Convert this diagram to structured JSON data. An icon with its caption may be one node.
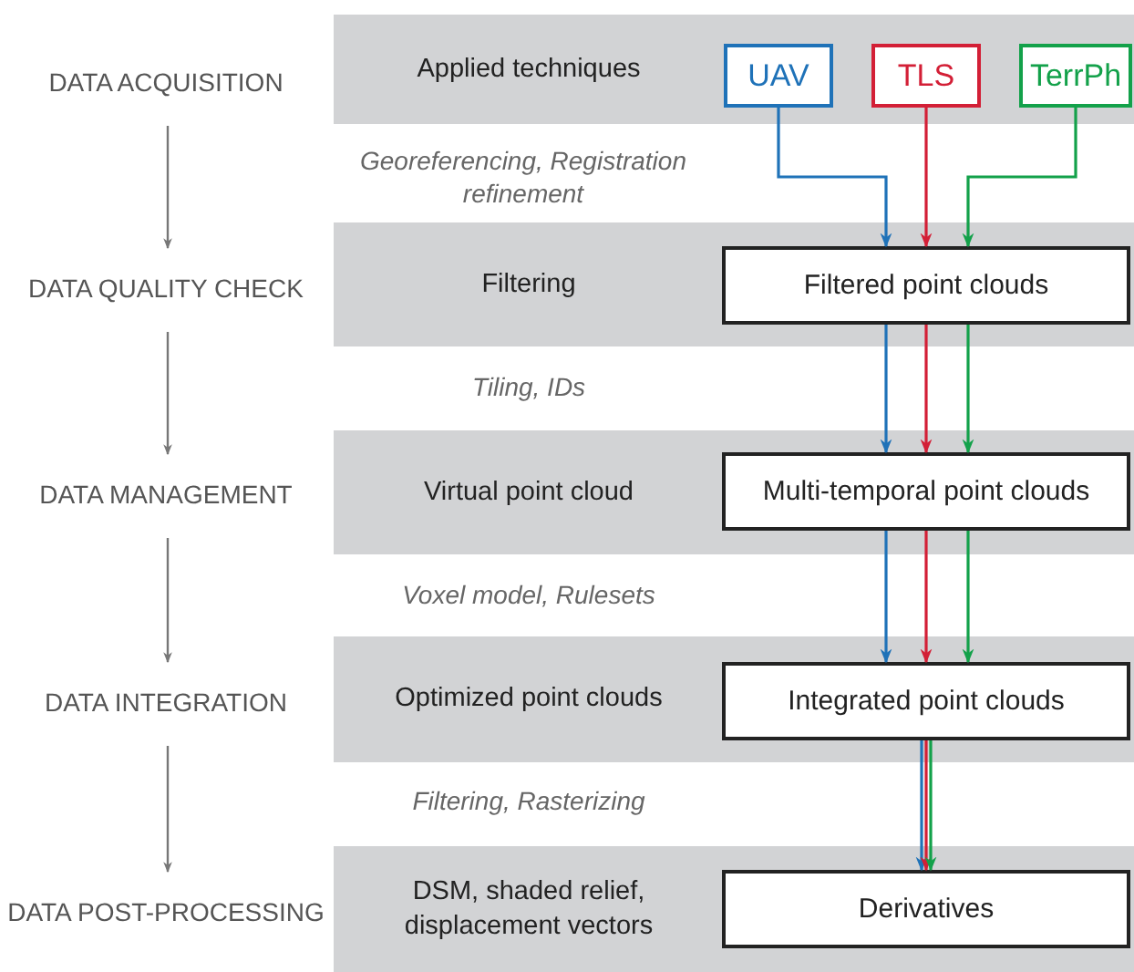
{
  "diagram": {
    "nodes": [
      {
        "text": [
          "DATA ACQUISITION"
        ]
      },
      {
        "text": [
          "DATA QUALITY CHECK"
        ]
      },
      {
        "text": [
          "DATA MANAGEMENT"
        ]
      },
      {
        "text": [
          "DATA INTEGRATION"
        ]
      },
      {
        "text": [
          "DATA POST-PROCESSING"
        ]
      },
      {
        "text": [
          "Applied techniques"
        ]
      },
      {
        "text": [
          "UAV"
        ],
        "in": 5
      },
      {
        "text": [
          "TLS"
        ],
        "in": 5
      },
      {
        "text": [
          "TerrPh"
        ],
        "in": 5
      },
      {
        "text": [
          "Filtering"
        ]
      },
      {
        "text": [
          "Filtered point clouds"
        ],
        "in": 9
      },
      {
        "text": [
          "Virtual point cloud"
        ]
      },
      {
        "text": [
          "Multi-temporal point clouds"
        ],
        "in": 11
      },
      {
        "text": [
          "Optimized point clouds"
        ]
      },
      {
        "text": [
          "Integrated point clouds"
        ],
        "in": 13
      },
      {
        "text": [
          "DSM, shaded relief, displacement vectors"
        ]
      },
      {
        "text": [
          "Derivatives"
        ],
        "in": 15
      }
    ],
    "edges": [
      {
        "from": 0,
        "to": 1,
        "arrow": "to"
      },
      {
        "from": 1,
        "to": 2,
        "arrow": "to"
      },
      {
        "from": 2,
        "to": 3,
        "arrow": "to"
      },
      {
        "from": 3,
        "to": 4,
        "arrow": "to"
      },
      {
        "from": 6,
        "to": 10,
        "arrow": "to",
        "color": "#1f72b8"
      },
      {
        "from": 7,
        "to": 10,
        "arrow": "to",
        "color": "#d31f36"
      },
      {
        "from": 8,
        "to": 10,
        "arrow": "to",
        "color": "#13a14a"
      },
      {
        "from": 10,
        "to": 12,
        "arrow": "to",
        "color": "#1f72b8"
      },
      {
        "from": 10,
        "to": 12,
        "arrow": "to",
        "color": "#d31f36"
      },
      {
        "from": 10,
        "to": 12,
        "arrow": "to",
        "color": "#13a14a"
      },
      {
        "from": 12,
        "to": 14,
        "arrow": "to",
        "color": "#1f72b8"
      },
      {
        "from": 12,
        "to": 14,
        "arrow": "to",
        "color": "#d31f36"
      },
      {
        "from": 12,
        "to": 14,
        "arrow": "to",
        "color": "#13a14a"
      },
      {
        "from": 14,
        "to": 16,
        "arrow": "to",
        "color": "#1f72b8"
      },
      {
        "from": 14,
        "to": 16,
        "arrow": "to",
        "color": "#d31f36"
      },
      {
        "from": 14,
        "to": 16,
        "arrow": "to",
        "color": "#13a14a"
      }
    ],
    "labels": [
      "Georeferencing, Registration refinement",
      "Tiling, IDs",
      "Voxel model, Rulesets",
      "Filtering, Rasterizing"
    ]
  }
}
